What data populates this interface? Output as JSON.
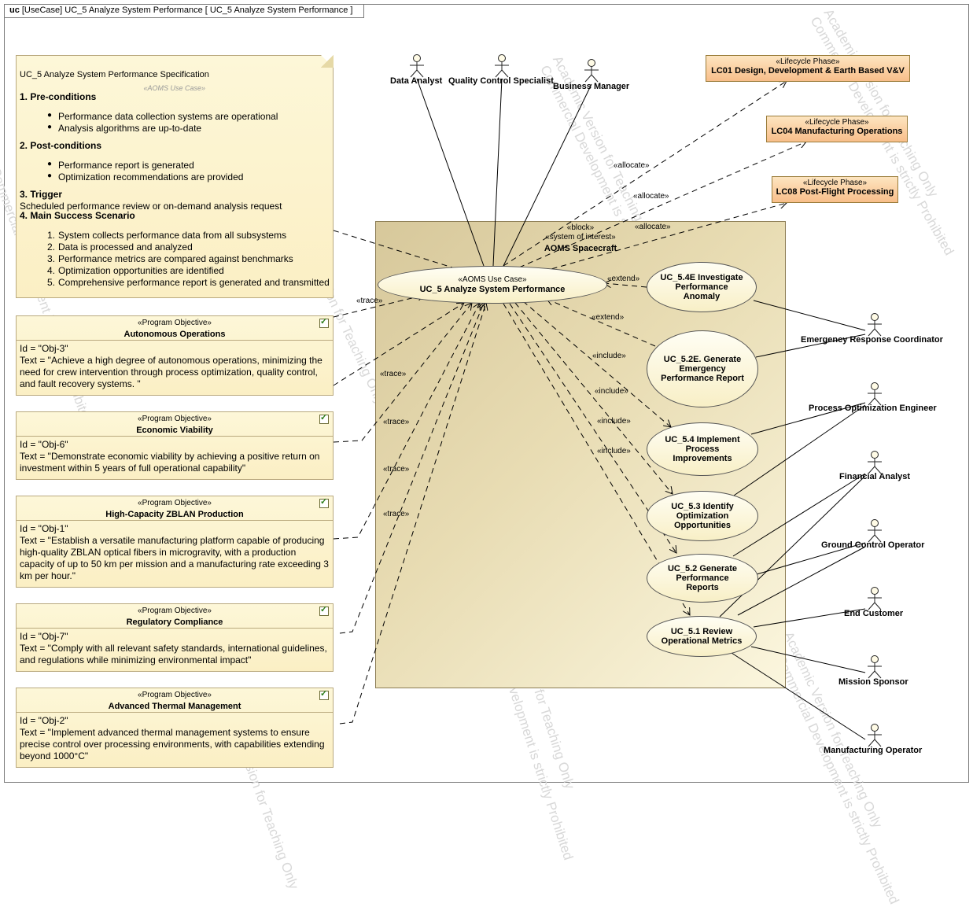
{
  "frame": {
    "kind": "uc",
    "title": "[UseCase] UC_5 Analyze System Performance [ UC_5 Analyze System Performance ]"
  },
  "watermark": {
    "line1": "Academic Version for Teaching Only",
    "line2": "Commercial Development is strictly Prohibited"
  },
  "spec": {
    "title": "UC_5 Analyze System Performance Specification",
    "stereotype": "«AOMS Use Case»",
    "pre_heading": "1. Pre-conditions",
    "pre": [
      "Performance data collection systems are operational",
      "Analysis algorithms are up-to-date"
    ],
    "post_heading": "2. Post-conditions",
    "post": [
      "Performance report is generated",
      "Optimization recommendations are provided"
    ],
    "trigger_heading": "3. Trigger",
    "trigger": "Scheduled performance review or on-demand analysis request",
    "scenario_heading": "4. Main Success Scenario",
    "scenario": [
      "System collects performance data from all subsystems",
      "Data is processed and analyzed",
      "Performance metrics are compared against benchmarks",
      "Optimization opportunities are identified",
      "Comprehensive performance report is generated and transmitted"
    ]
  },
  "objectives": [
    {
      "stereotype": "«Program Objective»",
      "name": "Autonomous Operations",
      "id": "Id = \"Obj-3\"",
      "text": "Text = \"Achieve a high degree of autonomous operations, minimizing the need for crew intervention through process optimization, quality control, and fault recovery systems. \""
    },
    {
      "stereotype": "«Program Objective»",
      "name": "Economic Viability",
      "id": "Id = \"Obj-6\"",
      "text": "Text = \"Demonstrate economic viability by achieving a positive return on investment within 5 years of full operational capability\""
    },
    {
      "stereotype": "«Program Objective»",
      "name": "High-Capacity ZBLAN Production",
      "id": "Id = \"Obj-1\"",
      "text": "Text = \"Establish a versatile manufacturing platform capable of producing high-quality ZBLAN optical fibers in microgravity, with a production capacity of up to 50 km per mission and a manufacturing rate exceeding 3 km per hour.\""
    },
    {
      "stereotype": "«Program Objective»",
      "name": "Regulatory Compliance",
      "id": "Id = \"Obj-7\"",
      "text": "Text = \"Comply with all relevant safety standards, international guidelines, and regulations while minimizing environmental impact\""
    },
    {
      "stereotype": "«Program Objective»",
      "name": "Advanced Thermal Management",
      "id": "Id = \"Obj-2\"",
      "text": "Text = \"Implement advanced thermal management systems to ensure precise control over processing environments, with capabilities extending beyond 1000°C\""
    }
  ],
  "lifecycle": [
    {
      "stereotype": "«Lifecycle Phase»",
      "name": "LC01 Design, Development & Earth Based V&V"
    },
    {
      "stereotype": "«Lifecycle Phase»",
      "name": "LC04 Manufacturing Operations"
    },
    {
      "stereotype": "«Lifecycle Phase»",
      "name": "LC08 Post-Flight Processing"
    }
  ],
  "boundary": {
    "stereotype1": "«block»",
    "stereotype2": "«system of interest»",
    "name": "AOMS Spacecraft"
  },
  "main_uc": {
    "stereotype": "«AOMS Use Case»",
    "name": "UC_5 Analyze System Performance"
  },
  "use_cases": [
    {
      "name": "UC_5.4E Investigate Performance Anomaly"
    },
    {
      "name": "UC_5.2E. Generate Emergency Performance Report"
    },
    {
      "name": "UC_5.4 Implement Process Improvements"
    },
    {
      "name": "UC_5.3 Identify Optimization Opportunities"
    },
    {
      "name": "UC_5.2 Generate Performance Reports"
    },
    {
      "name": "UC_5.1 Review Operational Metrics"
    }
  ],
  "actors": {
    "data_analyst": "Data Analyst",
    "quality_control": "Quality Control Specialist",
    "business_manager": "Business Manager",
    "emergency": "Emergency Response Coordinator",
    "process_eng": "Process Optimization Engineer",
    "financial": "Financial Analyst",
    "ground": "Ground Control Operator",
    "customer": "End Customer",
    "sponsor": "Mission Sponsor",
    "manufacturing": "Manufacturing Operator"
  },
  "labels": {
    "allocate": "«allocate»",
    "trace": "«trace»",
    "extend": "«extend»",
    "include": "«include»"
  }
}
